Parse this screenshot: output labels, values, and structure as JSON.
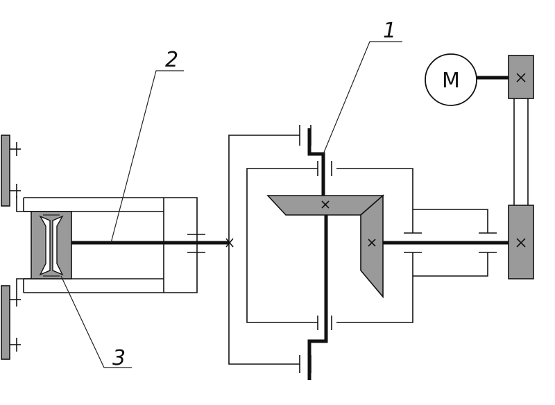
{
  "labels": {
    "one": "1",
    "two": "2",
    "three": "3",
    "motor": "M"
  }
}
